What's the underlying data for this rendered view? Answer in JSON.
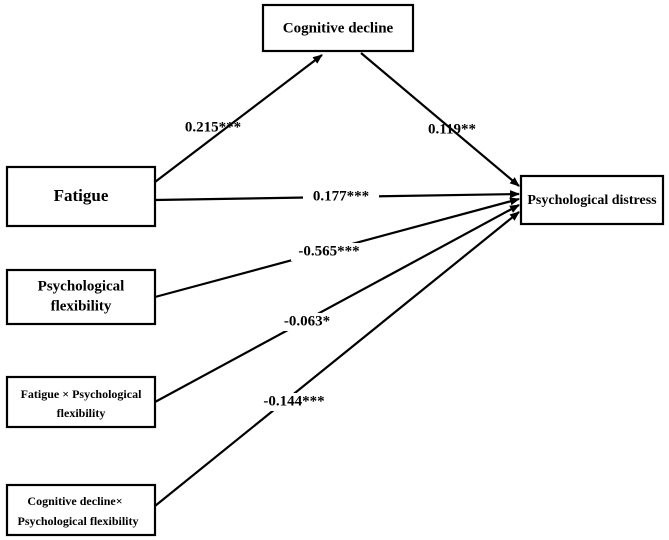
{
  "nodes": {
    "cognitive_decline": {
      "lines": [
        "Cognitive decline"
      ]
    },
    "fatigue": {
      "lines": [
        "Fatigue"
      ]
    },
    "psych_flexibility": {
      "lines": [
        "Psychological",
        "flexibility"
      ]
    },
    "fatigue_x_flex": {
      "lines": [
        "Fatigue × Psychological",
        "flexibility"
      ]
    },
    "cogdecline_x_flex": {
      "lines": [
        "Cognitive decline×",
        "Psychological flexibility"
      ]
    },
    "psych_distress": {
      "lines": [
        "Psychological distress"
      ]
    }
  },
  "paths": [
    {
      "from": "fatigue",
      "to": "cognitive_decline",
      "coefficient": "0.215***"
    },
    {
      "from": "cognitive_decline",
      "to": "psych_distress",
      "coefficient": "0.119**"
    },
    {
      "from": "fatigue",
      "to": "psych_distress",
      "coefficient": "0.177***"
    },
    {
      "from": "psych_flexibility",
      "to": "psych_distress",
      "coefficient": "-0.565***"
    },
    {
      "from": "fatigue_x_flex",
      "to": "psych_distress",
      "coefficient": "-0.063*"
    },
    {
      "from": "cogdecline_x_flex",
      "to": "psych_distress",
      "coefficient": "-0.144***"
    }
  ]
}
